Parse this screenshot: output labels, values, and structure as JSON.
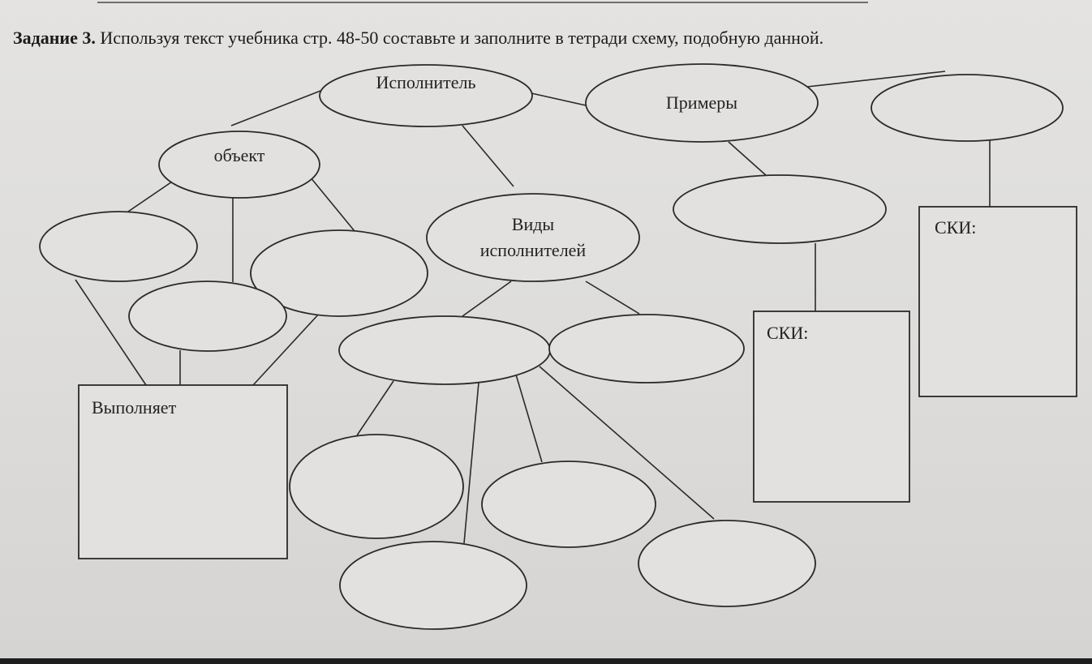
{
  "task": {
    "number_label": "Задание 3.",
    "text": " Используя текст учебника стр. 48-50  составьте и заполните в тетради схему, подобную данной."
  },
  "diagram": {
    "nodes": {
      "executor": "Исполнитель",
      "examples": "Примеры",
      "object": "объект",
      "types_line1": "Виды",
      "types_line2": "исполнителей"
    },
    "boxes": {
      "performs": "Выполняет",
      "ski_left": "СКИ:",
      "ski_right": "СКИ:"
    },
    "colors": {
      "ink": "#2a2a2a",
      "paper": "#e2e1df"
    }
  }
}
